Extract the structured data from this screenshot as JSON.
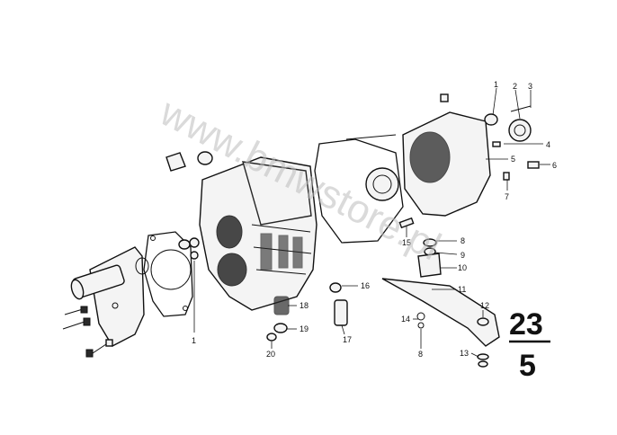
{
  "watermark": "www.bmwstore.pl",
  "group_number": {
    "main": "23",
    "sub": "5"
  },
  "callouts": [
    "1",
    "1",
    "2",
    "3",
    "4",
    "5",
    "6",
    "7",
    "8",
    "9",
    "10",
    "11",
    "12",
    "13",
    "14",
    "8",
    "15",
    "16",
    "17",
    "18",
    "19",
    "20"
  ]
}
